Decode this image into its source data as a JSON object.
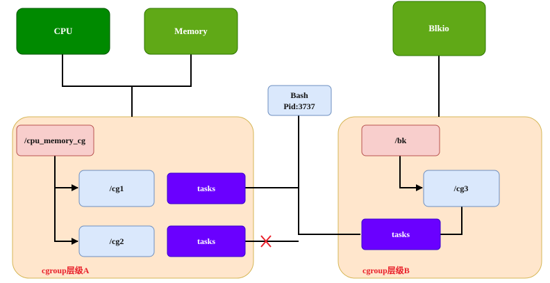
{
  "subsystems": {
    "cpu": "CPU",
    "memory": "Memory",
    "blkio": "Blkio"
  },
  "process": {
    "name": "Bash",
    "pid": "Pid:3737"
  },
  "hierarchy_a": {
    "label": "cgroup层级A",
    "root": "/cpu_memory_cg",
    "cg1": "/cg1",
    "cg2": "/cg2",
    "tasks1": "tasks",
    "tasks2": "tasks"
  },
  "hierarchy_b": {
    "label": "cgroup层级B",
    "root": "/bk",
    "cg3": "/cg3",
    "tasks": "tasks"
  },
  "colors": {
    "subsystem_dark_green": "#008a00",
    "subsystem_light_green": "#60a917",
    "hierarchy_bg": "#ffe6cc",
    "hierarchy_border": "#d6b656",
    "root_bg": "#f8cecc",
    "root_border": "#b85450",
    "cgroup_bg": "#dae8fc",
    "cgroup_border": "#6c8ebf",
    "tasks_bg": "#6a00ff",
    "cross_mark": "#e8202a"
  }
}
